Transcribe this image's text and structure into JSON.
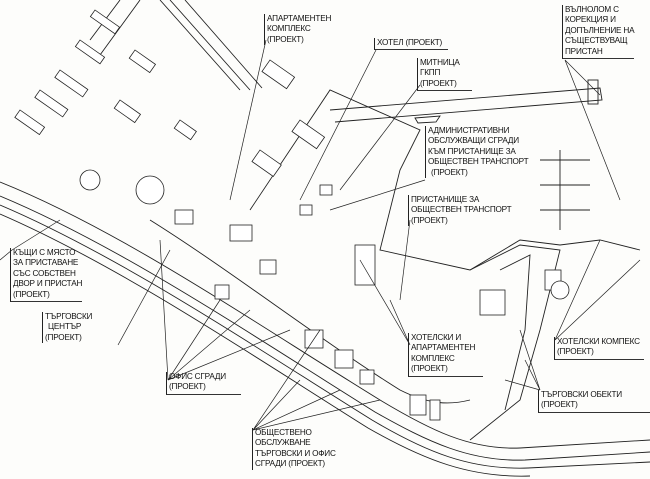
{
  "title": "Site plan with project labels",
  "labels": {
    "apartment_complex": [
      "АПАРТАМЕНТЕН",
      "КОМПЛЕКС",
      "(ПРОЕКТ)"
    ],
    "hotel": [
      "ХОТЕЛ (ПРОЕКТ)"
    ],
    "customs": [
      "МИТНИЦА",
      "ГКПП",
      "(ПРОЕКТ)"
    ],
    "breakwater": [
      "ВЪЛНОЛОМ С",
      "КОРЕКЦИЯ И",
      "ДОПЪЛНЕНИЕ НА",
      "СЪЩЕСТВУВАЩ",
      "ПРИСТАН"
    ],
    "admin_buildings": [
      "АДМИНИСТРАТИВНИ",
      "ОБСЛУЖВАЩИ СГРАДИ",
      "КЪМ ПРИСТАНИЩЕ ЗА",
      "ОБЩЕСТВЕН ТРАНСПОРТ",
      "(ПРОЕКТ)"
    ],
    "public_port": [
      "ПРИСТАНИЩЕ ЗА",
      "ОБЩЕСТВЕН ТРАНСПОРТ",
      "(ПРОЕКТ)"
    ],
    "houses": [
      "КЪЩИ С МЯСТО",
      "ЗА ПРИСТАВАНЕ",
      "СЪС СОБСТВЕН",
      "ДВОР И ПРИСТАН",
      "(ПРОЕКТ)"
    ],
    "shopping_center": [
      "ТЪРГОВСКИ",
      "ЦЕНТЪР",
      "(ПРОЕКТ)"
    ],
    "office_buildings": [
      "ОФИС СГРАДИ",
      "(ПРОЕКТ)"
    ],
    "hotel_apartment_complex": [
      "ХОТЕЛСКИ И",
      "АПАРТАМЕНТЕН",
      "КОМПЛЕКС",
      "(ПРОЕКТ)"
    ],
    "hotel_complex": [
      "ХОТЕЛСКИ КОМПЕКС",
      "(ПРОЕКТ)"
    ],
    "retail": [
      "ТЪРГОВСКИ ОБЕКТИ",
      "(ПРОЕКТ)"
    ],
    "public_services": [
      "ОБЩЕСТВЕНО",
      "ОБСЛУЖВАНЕ",
      "ТЪРГОВСКИ И ОФИС",
      "СГРАДИ (ПРОЕКТ)"
    ]
  }
}
